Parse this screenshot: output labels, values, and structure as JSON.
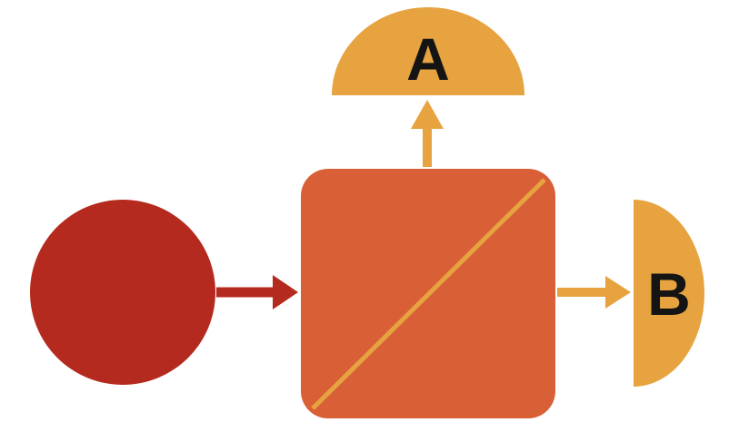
{
  "diagram": {
    "background": "#ffffff",
    "label_color": "#141414",
    "nodes": {
      "input_circle": {
        "shape": "circle",
        "color": "#b52a1e"
      },
      "process_square": {
        "shape": "rounded-square",
        "color": "#d85f36",
        "diagonal_color": "#e6a33f"
      },
      "output_a": {
        "shape": "semicircle-dome",
        "label": "A",
        "color": "#e6a33f"
      },
      "output_b": {
        "shape": "semicircle-right",
        "label": "B",
        "color": "#e6a33f"
      }
    },
    "arrows": {
      "circle_to_square": {
        "color": "#b52a1e"
      },
      "square_to_a": {
        "color": "#e6a33f"
      },
      "square_to_b": {
        "color": "#e6a33f"
      }
    }
  }
}
